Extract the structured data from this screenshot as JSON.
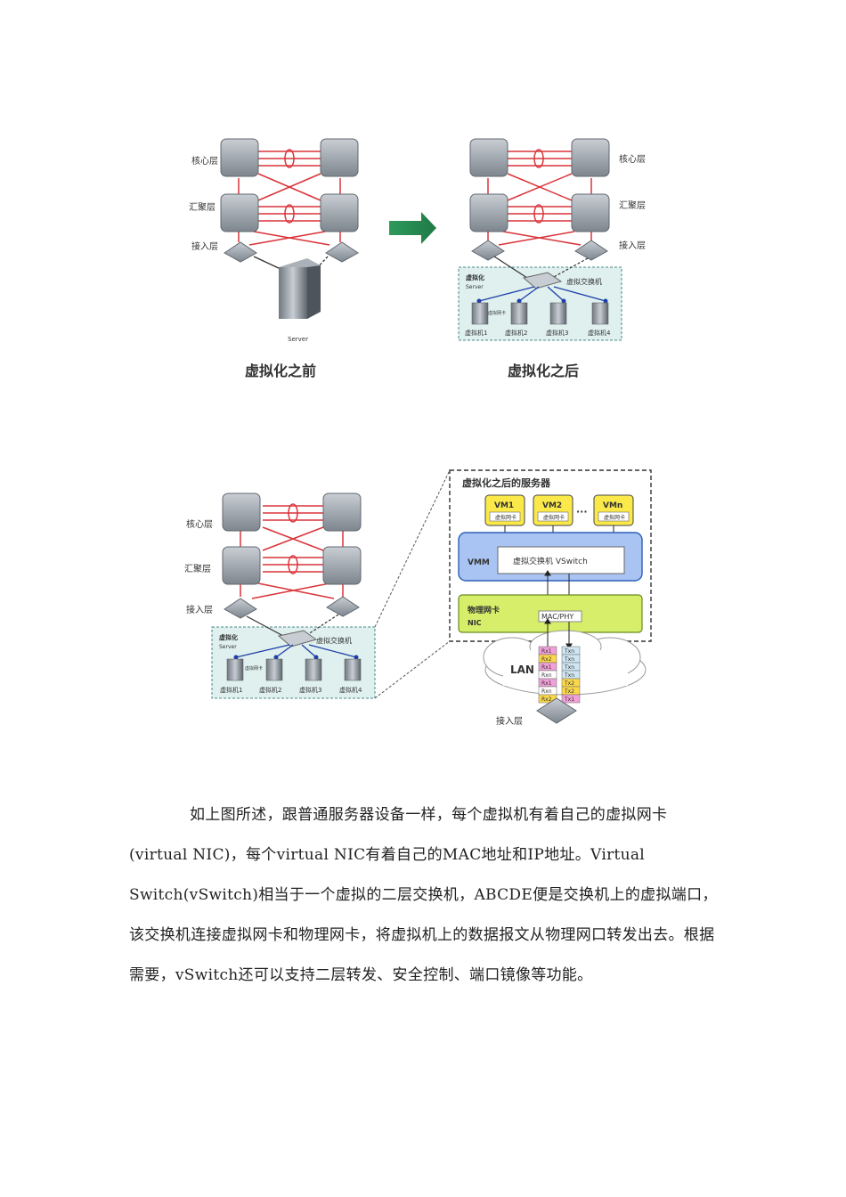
{
  "figure1": {
    "before": {
      "layer_core": "核心层",
      "layer_aggregation": "汇聚层",
      "layer_access": "接入层",
      "server_label": "Server",
      "caption": "虚拟化之前"
    },
    "after": {
      "layer_core": "核心层",
      "layer_aggregation": "汇聚层",
      "layer_access": "接入层",
      "virt_label": "虚拟化",
      "virt_sub": "Server",
      "vswitch_label": "虚拟交换机",
      "vnic_label": "虚拟网卡",
      "vms": [
        "虚拟机1",
        "虚拟机2",
        "虚拟机3",
        "虚拟机4"
      ],
      "caption": "虚拟化之后"
    }
  },
  "figure2": {
    "left": {
      "layer_core": "核心层",
      "layer_aggregation": "汇聚层",
      "layer_access": "接入层",
      "virt_label": "虚拟化",
      "virt_sub": "Server",
      "vswitch_label": "虚拟交换机",
      "vnic_label": "虚拟网卡",
      "vms": [
        "虚拟机1",
        "虚拟机2",
        "虚拟机3",
        "虚拟机4"
      ]
    },
    "detail": {
      "title": "虚拟化之后的服务器",
      "vm_names": [
        "VM1",
        "VM2",
        "VMn"
      ],
      "vm_nic": "虚拟网卡",
      "ellipsis": "···",
      "vmm": "VMM",
      "vswitch": "虚拟交换机 VSwitch",
      "nic_cn": "物理网卡",
      "nic_en": "NIC",
      "macphy": "MAC/PHY",
      "lan": "LAN",
      "access": "接入层",
      "rx_queue": [
        "Rx1",
        "Rx2",
        "Rx1",
        "Rxn",
        "Rx1",
        "Rxn",
        "Rx2"
      ],
      "tx_queue": [
        "Txn",
        "Txn",
        "Txn",
        "Txn",
        "Tx2",
        "Tx2",
        "Tx1"
      ]
    }
  },
  "paragraph": "如上图所述，跟普通服务器设备一样，每个虚拟机有着自己的虚拟网卡(virtual NIC)，每个virtual NIC有着自己的MAC地址和IP地址。Virtual Switch(vSwitch)相当于一个虚拟的二层交换机，ABCDE便是交换机上的虚拟端口，该交换机连接虚拟网卡和物理网卡，将虚拟机上的数据报文从物理网口转发出去。根据需要，vSwitch还可以支持二层转发、安全控制、端口镜像等功能。"
}
